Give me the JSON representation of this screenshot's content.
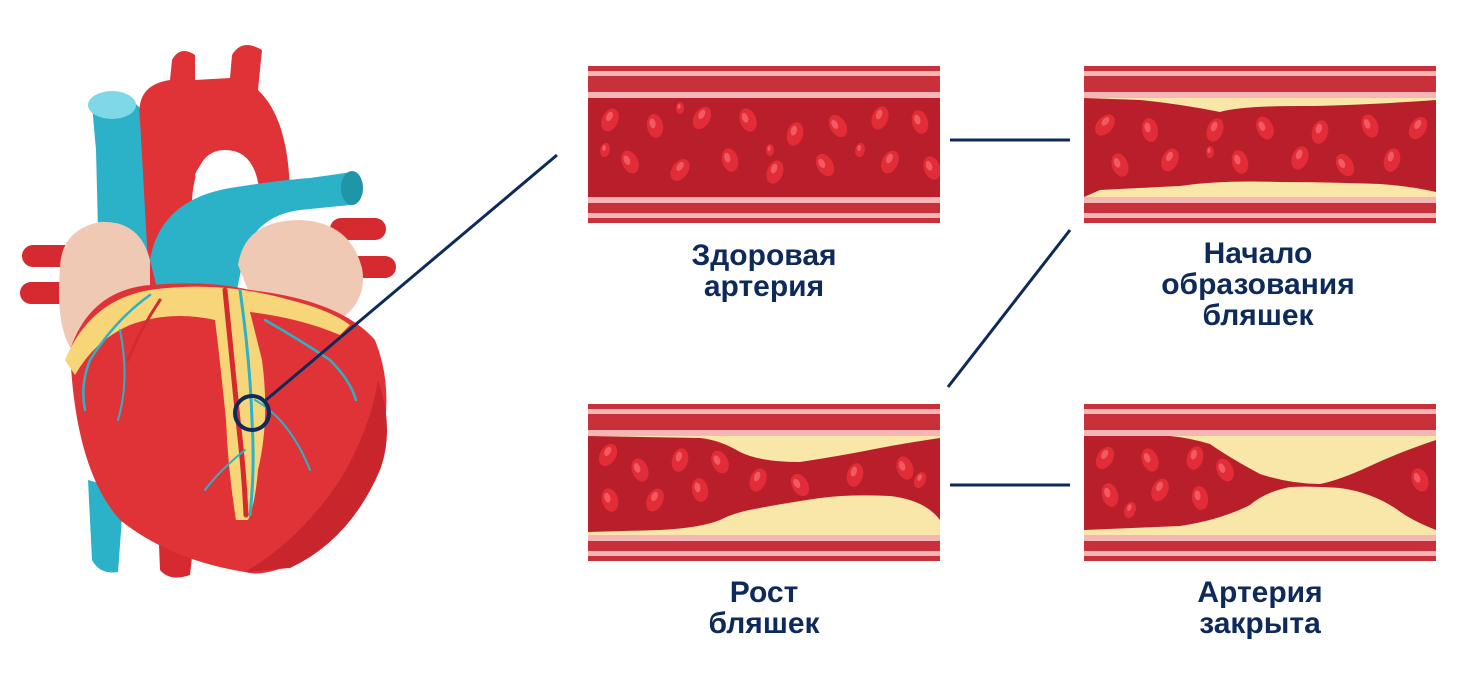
{
  "stages": [
    {
      "id": "healthy",
      "label": "Здоровая\nартерия"
    },
    {
      "id": "early",
      "label": "Начало\nобразования\nбляшек"
    },
    {
      "id": "growth",
      "label": "Рост\nбляшек"
    },
    {
      "id": "closed",
      "label": "Артерия\nзакрыта"
    }
  ],
  "colors": {
    "label": "#0e2a5a",
    "connector": "#0e2a5a",
    "vessel_wall": "#c8313a",
    "vessel_lumen": "#b81f2a",
    "wall_highlight": "#f7b6b6",
    "plaque": "#f8e7a8",
    "blood_cell": "#e22c37",
    "heart_red": "#e03338",
    "heart_dark": "#d42a30",
    "vein_blue": "#2bb2c8",
    "atrium_pink": "#f0c9b4",
    "fat_yellow": "#f7d67a"
  }
}
